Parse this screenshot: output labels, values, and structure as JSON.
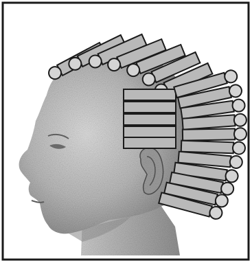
{
  "figure": {
    "subject": "head-profile",
    "facing": "left",
    "tool": "perm-rod",
    "rod_rows": [
      {
        "section": "top-arc",
        "rod_count": 7
      },
      {
        "section": "crown-panel",
        "rod_count": 5
      },
      {
        "section": "back-column",
        "rod_count": 12
      }
    ],
    "colors": {
      "frame": "#1a1a1a",
      "rod_fill": "#b9b9b9",
      "rod_stroke": "#1b1b1b",
      "skin_light": "#e6e6e6",
      "skin_dark": "#8a8a8a",
      "background": "#ffffff"
    }
  }
}
